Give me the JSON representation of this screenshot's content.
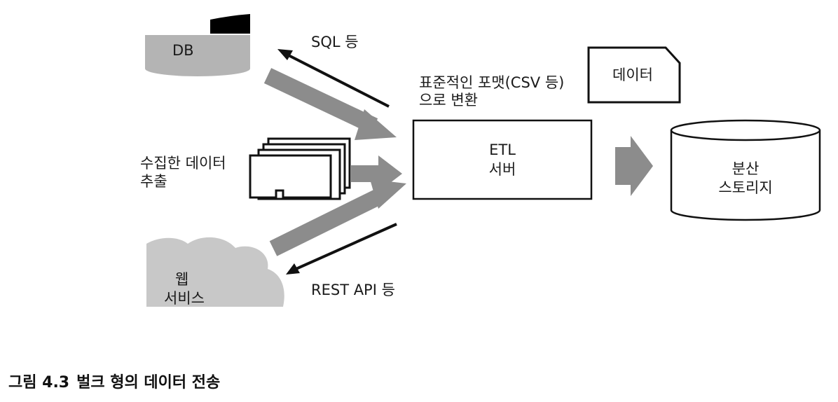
{
  "nodes": {
    "db": "DB",
    "collected_data_extract": [
      "수집한 데이터",
      "추출"
    ],
    "web_service": [
      "웹",
      "서비스"
    ],
    "etl_server": [
      "ETL",
      "서버"
    ],
    "data_document": "데이터",
    "distributed_storage": [
      "분산",
      "스토리지"
    ]
  },
  "edge_labels": {
    "sql": "SQL 등",
    "rest_api": "REST API 등",
    "convert": [
      "표준적인 포맷(CSV 등)",
      "으로 변환"
    ]
  },
  "caption": {
    "number": "그림 4.3",
    "title": "벌크 형의 데이터 전송"
  },
  "colors": {
    "flow_arrow": "#8c8c8c",
    "request_arrow": "#111111",
    "db_fill": "#b4b4b4",
    "cloud_fill": "#c8c8c8",
    "outline": "#111111"
  }
}
